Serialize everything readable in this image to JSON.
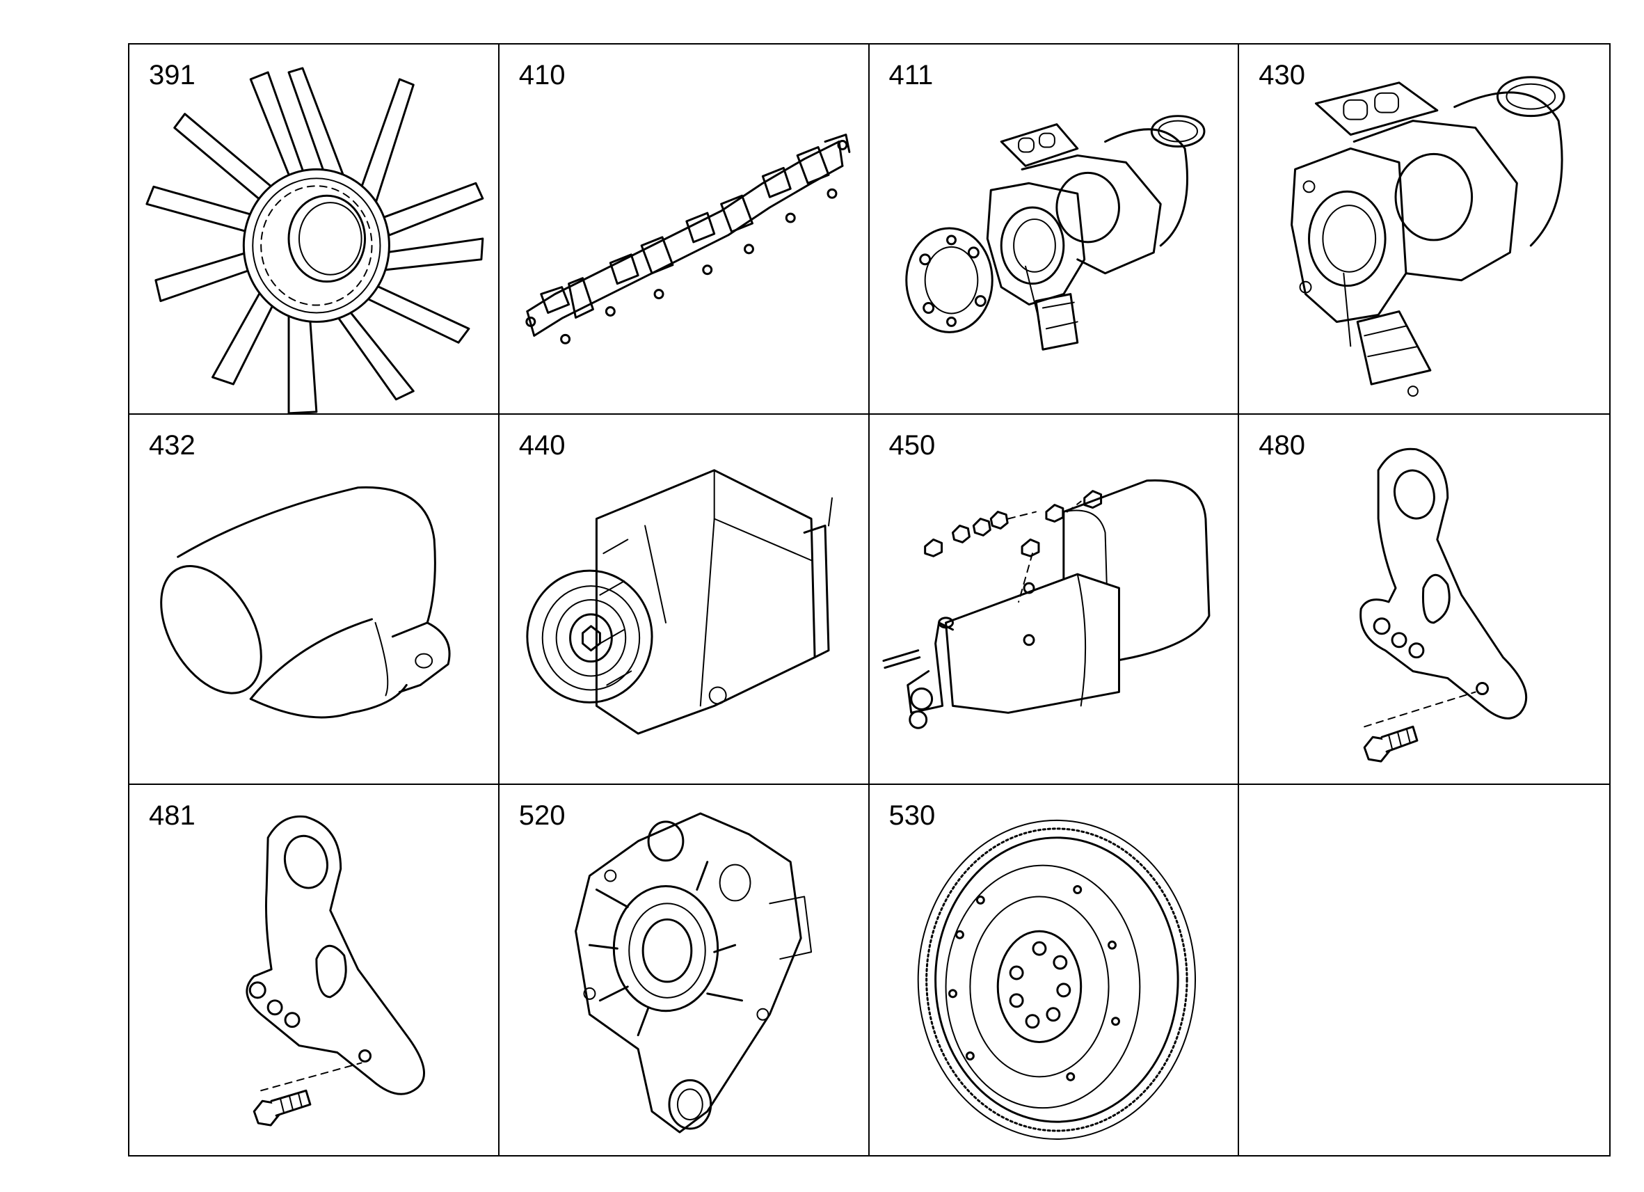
{
  "parts": [
    {
      "number": "391",
      "icon": "fan-icon"
    },
    {
      "number": "410",
      "icon": "exhaust-manifold-icon"
    },
    {
      "number": "411",
      "icon": "turbocharger-with-gasket-icon"
    },
    {
      "number": "430",
      "icon": "turbocharger-icon"
    },
    {
      "number": "432",
      "icon": "elbow-pipe-icon"
    },
    {
      "number": "440",
      "icon": "alternator-icon"
    },
    {
      "number": "450",
      "icon": "starter-motor-icon"
    },
    {
      "number": "480",
      "icon": "lifting-bracket-icon"
    },
    {
      "number": "481",
      "icon": "lifting-bracket-icon"
    },
    {
      "number": "520",
      "icon": "flywheel-housing-icon"
    },
    {
      "number": "530",
      "icon": "flywheel-icon"
    },
    {
      "number": "",
      "icon": ""
    }
  ]
}
